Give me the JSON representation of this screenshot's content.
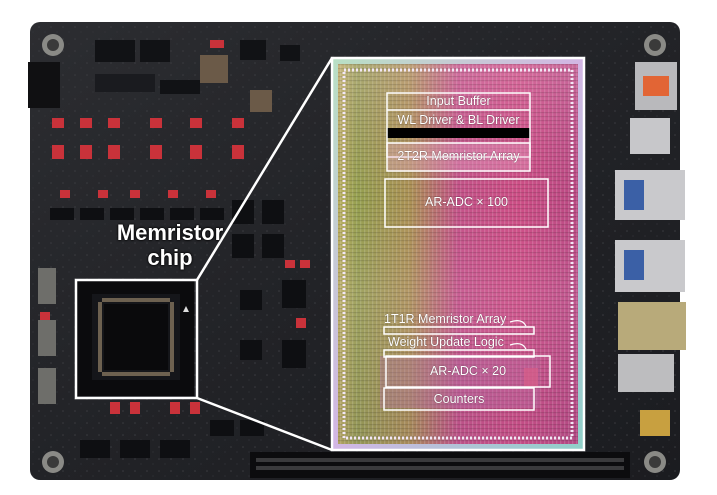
{
  "labels": {
    "chip_line1": "Memristor",
    "chip_line2": "chip",
    "input_buffer": "Input Buffer",
    "wl_bl_driver": "WL Driver & BL Driver",
    "array_2t2r": "2T2R Memristor Array",
    "adc_100": "AR-ADC × 100",
    "array_1t1r": "1T1R Memristor Array",
    "weight_update": "Weight Update Logic",
    "adc_20": "AR-ADC × 20",
    "counters": "Counters"
  },
  "colors": {
    "pcb": "#25262a",
    "pcb_dark": "#15161a",
    "die_magenta": "#c2447e",
    "die_green": "#8fae46",
    "die_pink": "#d77fb0",
    "outline": "#ffffff",
    "connector_red": "#c9323a"
  }
}
